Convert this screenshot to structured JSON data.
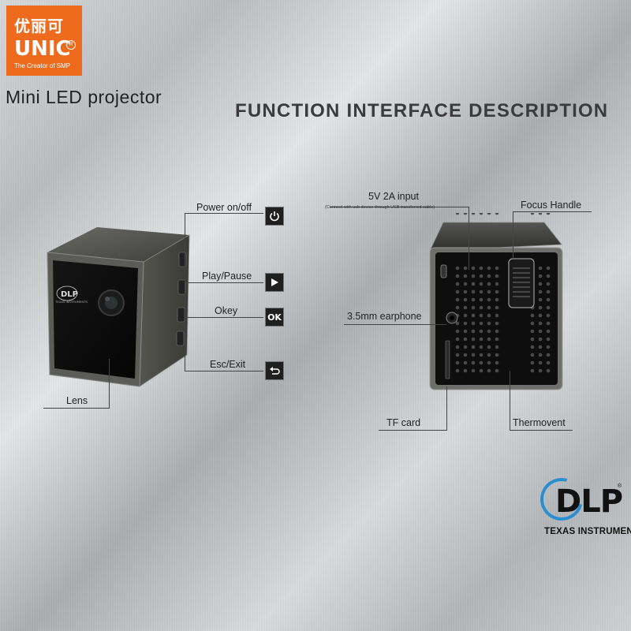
{
  "logo": {
    "chinese_name": "优丽可",
    "brand": "UNIC",
    "registered_mark": "R",
    "tagline": "The Creator of SMP"
  },
  "subtitle": "Mini LED projector",
  "headline": "FUNCTION INTERFACE DESCRIPTION",
  "front_view": {
    "device_badge": "DLP",
    "device_badge_sub": "TEXAS INSTRUMENTS",
    "labels": {
      "power": "Power on/off",
      "play": "Play/Pause",
      "okey": "Okey",
      "esc": "Esc/Exit",
      "lens": "Lens"
    },
    "icons": {
      "power": "power-icon",
      "play": "play-icon",
      "ok_text": "OK",
      "esc": "return-icon"
    }
  },
  "back_view": {
    "labels": {
      "input": "5V 2A input",
      "input_note": "(Connect with usb device through USB transferred cable)",
      "focus": "Focus Handle",
      "earphone": "3.5mm earphone",
      "tf_card": "TF card",
      "thermovent": "Thermovent"
    }
  },
  "dlp_badge": {
    "mark": "DLP",
    "registered": "®",
    "company": "TEXAS INSTRUMENTS",
    "accent_color": "#2a8fd0"
  },
  "colors": {
    "logo_orange": "#ee6a1c",
    "device_body": "#2a2a2a"
  }
}
